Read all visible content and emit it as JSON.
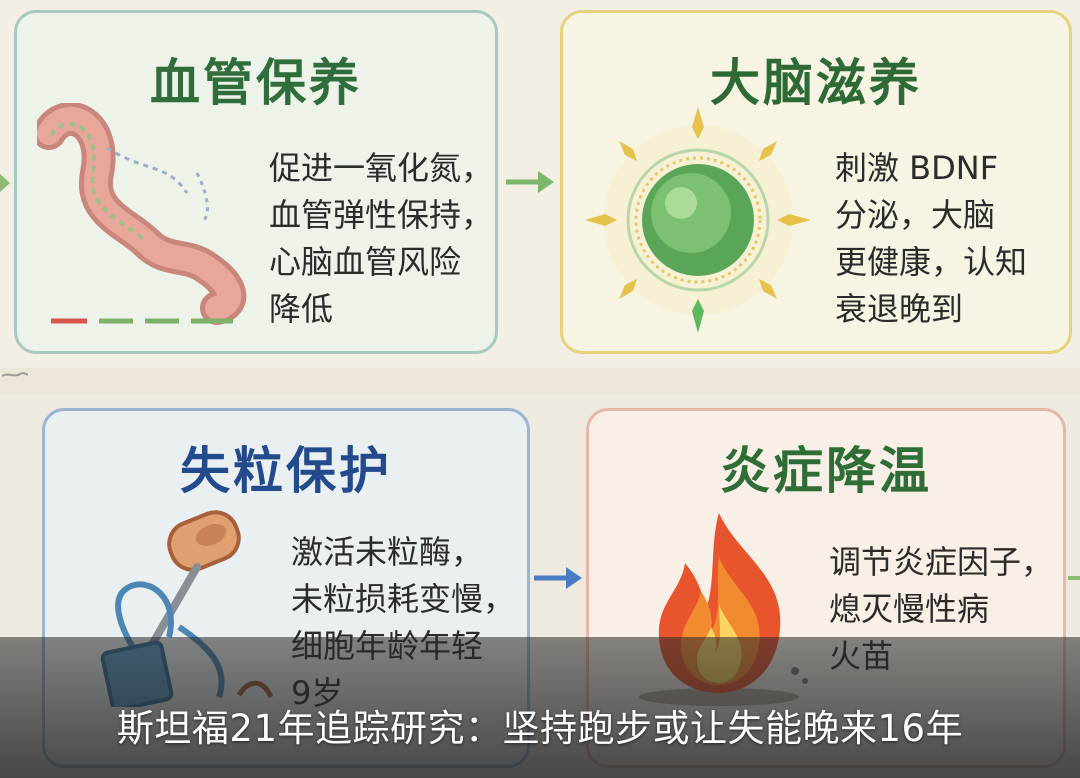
{
  "cards": [
    {
      "title": "血管保养",
      "text": "促进一氧化氮，\n血管弹性保持，\n心脑血管风险\n降低",
      "illustration": "blood-vessel-illustration"
    },
    {
      "title": "大脑滋养",
      "text": "刺激 BDNF\n分泌，大脑\n更健康，认知\n衰退晚到",
      "illustration": "glowing-neuron-illustration"
    },
    {
      "title": "失粒保护",
      "text": "激活未粒酶，\n未粒损耗变慢，\n细胞年龄年轻\n9岁",
      "illustration": "telomere-shoelace-illustration"
    },
    {
      "title": "炎症降温",
      "text": "调节炎症因子，\n熄灭慢性病\n火苗",
      "illustration": "fire-illustration"
    }
  ],
  "caption": "斯坦福21年追踪研究：坚持跑步或让失能晚来16年",
  "colors": {
    "vessel_title": "#2f6e3b",
    "brain_title": "#2e6a35",
    "telomere_title": "#234a8c",
    "inflam_title": "#2f6d37",
    "arrow_green": "#7db56a",
    "arrow_blue": "#4a7cc4"
  }
}
